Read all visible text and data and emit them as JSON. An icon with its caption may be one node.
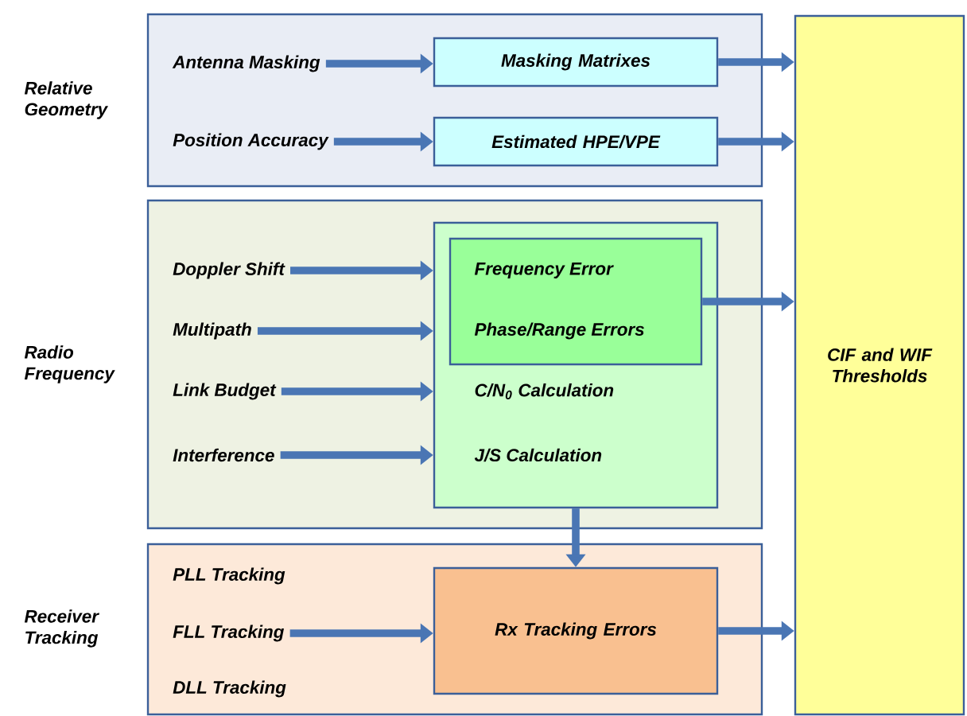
{
  "diagram": {
    "nodes": [
      {
        "text": [
          "Relative Geometry"
        ]
      },
      {
        "text": [
          "Antenna Masking"
        ],
        "in": 0
      },
      {
        "text": [
          "Masking Matrixes"
        ],
        "in": 0
      },
      {
        "text": [
          "Position Accuracy"
        ],
        "in": 0
      },
      {
        "text": [
          "Estimated HPE/VPE"
        ],
        "in": 0
      },
      {
        "text": [
          "Radio Frequency"
        ]
      },
      {
        "text": [
          "Doppler Shift"
        ],
        "in": 5
      },
      {
        "text": [
          "Multipath"
        ],
        "in": 5
      },
      {
        "text": [
          "Link Budget"
        ],
        "in": 5
      },
      {
        "text": [
          "Interference"
        ],
        "in": 5
      },
      {
        "text": [
          "C/N$_{0}$ Calculation",
          "J/S Calculation"
        ],
        "in": 5
      },
      {
        "text": [
          "Frequency Error",
          "Phase/Range Errors"
        ],
        "in": 10
      },
      {
        "text": [
          "Receiver Tracking"
        ]
      },
      {
        "text": [
          "PLL Tracking"
        ],
        "in": 12
      },
      {
        "text": [
          "FLL Tracking"
        ],
        "in": 12
      },
      {
        "text": [
          "DLL Tracking"
        ],
        "in": 12
      },
      {
        "text": [
          "Rx Tracking Errors"
        ],
        "in": 12
      },
      {
        "text": [
          "CIF and WIF Thresholds"
        ]
      }
    ],
    "edges": [
      {
        "from": 1,
        "to": 2,
        "arrow": "to"
      },
      {
        "from": 2,
        "to": 17,
        "arrow": "to"
      },
      {
        "from": 3,
        "to": 4,
        "arrow": "to"
      },
      {
        "from": 4,
        "to": 17,
        "arrow": "to"
      },
      {
        "from": 6,
        "to": 10,
        "arrow": "to"
      },
      {
        "from": 7,
        "to": 10,
        "arrow": "to"
      },
      {
        "from": 8,
        "to": 10,
        "arrow": "to"
      },
      {
        "from": 9,
        "to": 10,
        "arrow": "to"
      },
      {
        "from": 11,
        "to": 17,
        "arrow": "to"
      },
      {
        "from": 10,
        "to": 16,
        "arrow": "to"
      },
      {
        "from": 14,
        "to": 16,
        "arrow": "to"
      },
      {
        "from": 16,
        "to": 17,
        "arrow": "to"
      }
    ]
  }
}
